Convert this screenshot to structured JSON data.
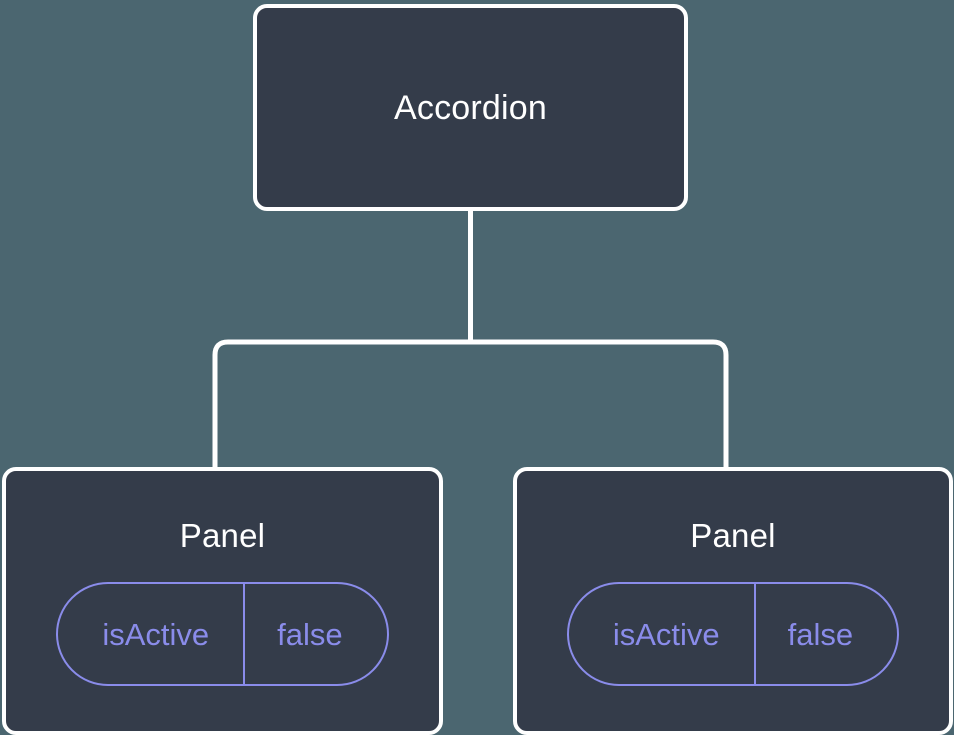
{
  "diagram": {
    "title_text": "Accordion",
    "background_color": "#4b6670",
    "node_fill_color": "#343c4a",
    "node_border_color": "#ffffff",
    "node_text_color": "#ffffff",
    "prop_accent_color": "#8a8cea",
    "edge_color": "#ffffff"
  },
  "root": {
    "label": "Accordion"
  },
  "children": [
    {
      "label": "Panel",
      "props": [
        {
          "key": "isActive",
          "value": "false"
        }
      ]
    },
    {
      "label": "Panel",
      "props": [
        {
          "key": "isActive",
          "value": "false"
        }
      ]
    }
  ]
}
